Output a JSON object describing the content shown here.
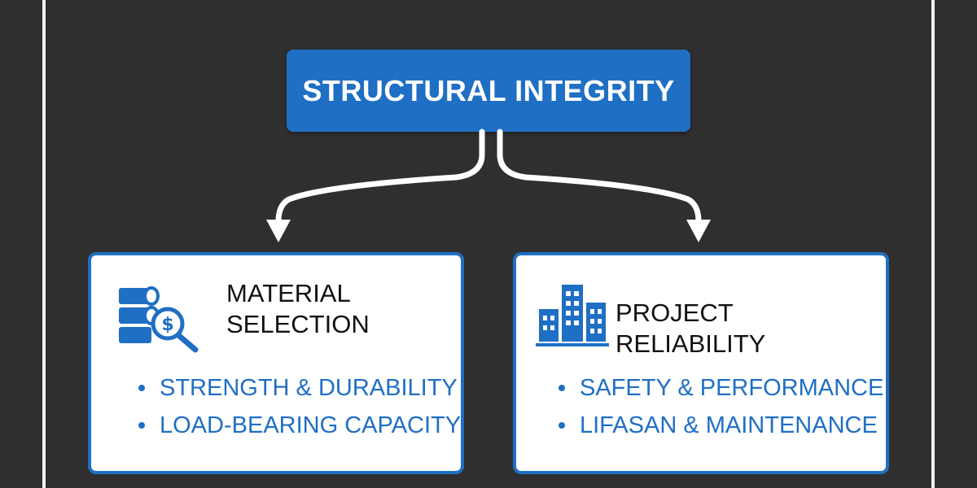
{
  "title": "STRUCTURAL INTEGRITY",
  "left_card": {
    "icon": "materials-search-icon",
    "title_line1": "MATERIAL",
    "title_line2": "SELECTION",
    "bullets": [
      "STRENGTH & DURABILITY",
      "LOAD-BEARING CAPACITY"
    ]
  },
  "right_card": {
    "icon": "buildings-icon",
    "title": "PROJECT RELIABILITY",
    "bullets": [
      "SAFETY & PERFORMANCE",
      "LIFASAN & MAINTENANCE"
    ]
  },
  "colors": {
    "background": "#2f2f2f",
    "accent": "#1f6fc4",
    "card": "#ffffff"
  }
}
